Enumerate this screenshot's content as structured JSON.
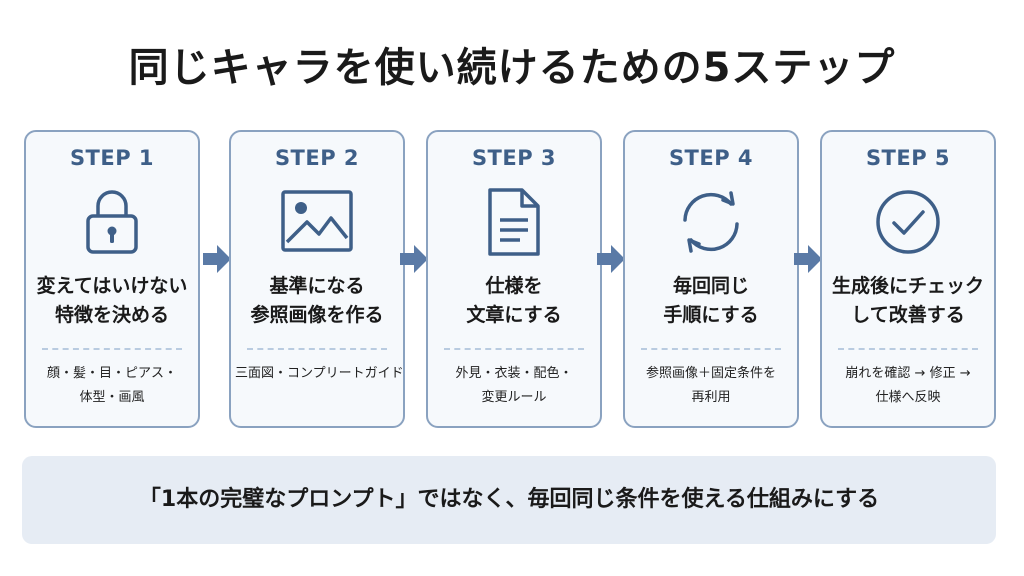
{
  "title": "同じキャラを使い続けるための5ステップ",
  "steps": [
    {
      "label": "STEP 1",
      "icon": "lock-icon",
      "heading": [
        "変えてはいけない",
        "特徴を決める"
      ],
      "details": [
        "顔・髪・目・ピアス・",
        "体型・画風"
      ]
    },
    {
      "label": "STEP 2",
      "icon": "image-icon",
      "heading": [
        "基準になる",
        "参照画像を作る"
      ],
      "details": [
        "三面図・コンプリートガイド"
      ]
    },
    {
      "label": "STEP 3",
      "icon": "document-icon",
      "heading": [
        "仕様を",
        "文章にする"
      ],
      "details": [
        "外見・衣装・配色・",
        "変更ルール"
      ]
    },
    {
      "label": "STEP 4",
      "icon": "refresh-icon",
      "heading": [
        "毎回同じ",
        "手順にする"
      ],
      "details": [
        "参照画像＋固定条件を",
        "再利用"
      ]
    },
    {
      "label": "STEP 5",
      "icon": "check-circle-icon",
      "heading": [
        "生成後にチェック",
        "して改善する"
      ],
      "details": [
        "崩れを確認 → 修正 →",
        "仕様へ反映"
      ]
    }
  ],
  "summary": "「1本の完璧なプロンプト」ではなく、毎回同じ条件を使える仕組みにする",
  "colors": {
    "accent": "#3e5f88",
    "card_border": "#8aa2c0",
    "card_bg": "#f6f9fc",
    "arrow": "#5a7aa6",
    "summary_bg": "#e6ecf4"
  }
}
